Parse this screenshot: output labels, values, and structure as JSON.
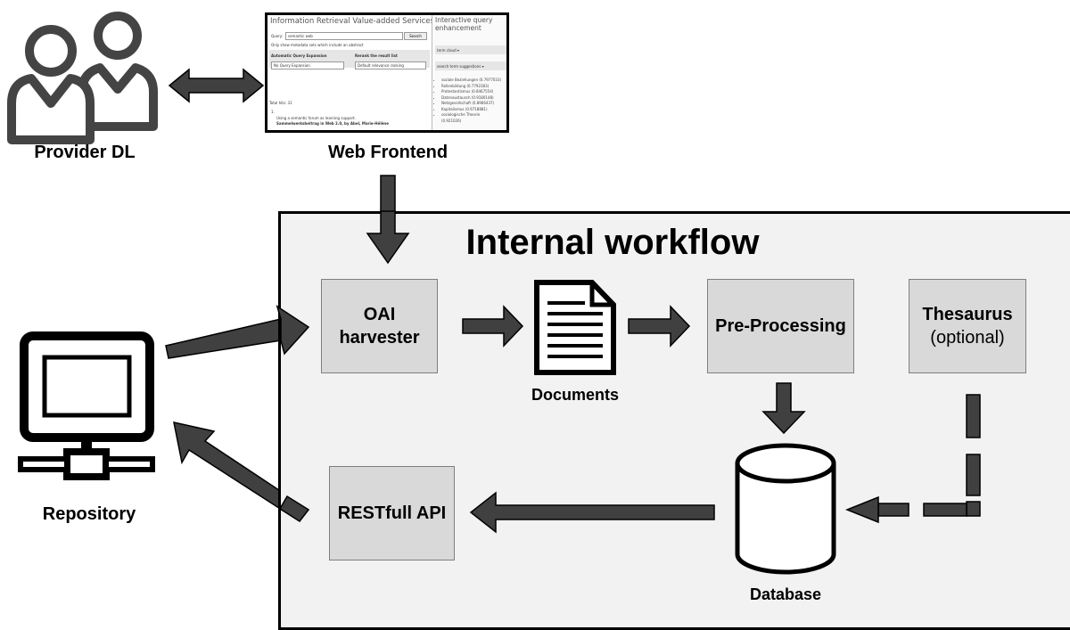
{
  "diagram": {
    "nodes": {
      "provider": {
        "label": "Provider DL"
      },
      "web_frontend": {
        "label": "Web Frontend"
      },
      "repository": {
        "label": "Repository"
      },
      "workflow": {
        "title": "Internal workflow"
      },
      "oai": {
        "line1": "OAI",
        "line2": "harvester"
      },
      "documents": {
        "label": "Documents"
      },
      "preprocessing": {
        "label": "Pre-Processing"
      },
      "thesaurus": {
        "label": "Thesaurus",
        "sublabel": "(optional)"
      },
      "database": {
        "label": "Database"
      },
      "restful": {
        "label": "RESTfull API"
      }
    },
    "edges": [
      {
        "from": "provider",
        "to": "web_frontend",
        "style": "double-arrow"
      },
      {
        "from": "web_frontend",
        "to": "oai",
        "style": "arrow"
      },
      {
        "from": "repository",
        "to": "oai",
        "style": "arrow"
      },
      {
        "from": "oai",
        "to": "documents",
        "style": "arrow"
      },
      {
        "from": "documents",
        "to": "preprocessing",
        "style": "arrow"
      },
      {
        "from": "preprocessing",
        "to": "database",
        "style": "arrow"
      },
      {
        "from": "thesaurus",
        "to": "database",
        "style": "dashed-arrow"
      },
      {
        "from": "database",
        "to": "restful",
        "style": "arrow"
      },
      {
        "from": "restful",
        "to": "repository",
        "style": "arrow"
      }
    ]
  },
  "screenshot": {
    "title": "Information Retrieval Value-added Services",
    "query_label": "Query:",
    "query_value": "semantic web",
    "search_button": "Search",
    "abstract_option": "Only show metadata sets which include an abstract",
    "auto_expansion_label": "Automatic Query Expansion",
    "rerank_label": "Rerank the result list",
    "expansion_select": "No Query Expansion",
    "ranking_select": "Default relevance ranking",
    "total_hits": "Total hits: 31",
    "result_number": "1.",
    "result_title": "Using a semantic forum as learning support.",
    "result_source": "Sammelwerksbeitrag in Web 2.0, by Abel, Marie-Hélène",
    "side_title": "Interactive query enhancement",
    "term_cloud": "term cloud ▾",
    "search_term_suggestions": "search term suggestions ▾",
    "suggestions": [
      "soziale Beziehungen (0.7977033)",
      "Rollenbildung (0.7792383)",
      "Protestantismus (0.8467554)",
      "Datenaustausch (0.9180148)",
      "Netzgesellschaft (0.8966437)",
      "Kapitalismus (0.9718881)",
      "soziologische Theorie",
      "(0.921026)"
    ]
  }
}
